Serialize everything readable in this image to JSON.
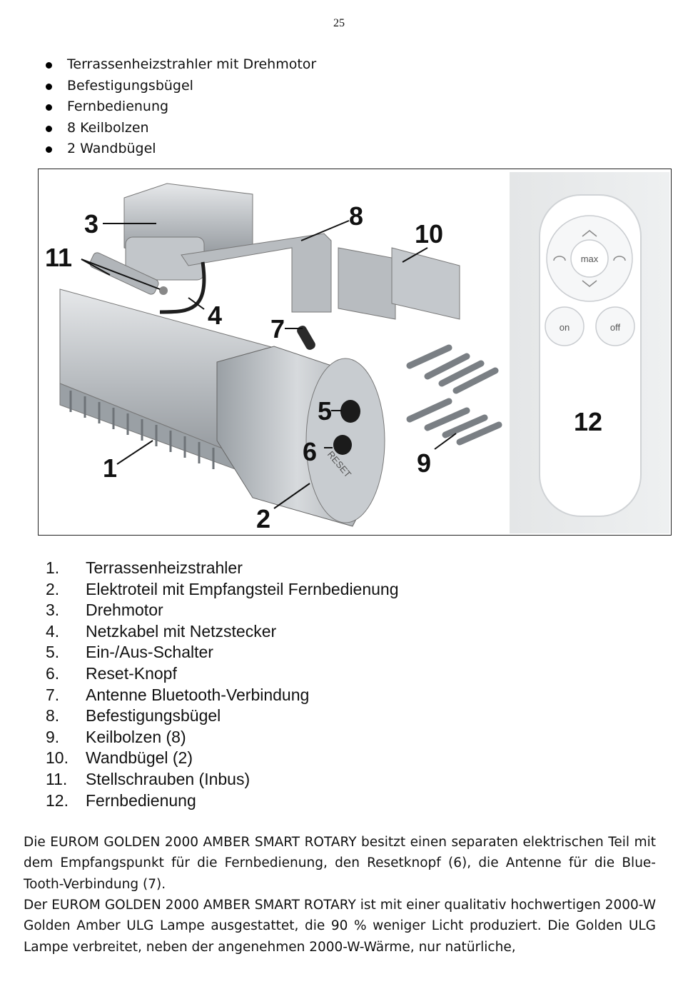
{
  "page_number": "25",
  "bullet_items": [
    "Terrassenheizstrahler mit Drehmotor",
    "Befestigungsbügel",
    "Fernbedienung",
    "8 Keilbolzen",
    "2 Wandbügel"
  ],
  "figure": {
    "callouts": [
      "1",
      "2",
      "3",
      "4",
      "5",
      "6",
      "7",
      "8",
      "9",
      "10",
      "11",
      "12"
    ],
    "remote": {
      "max_label": "max",
      "on_label": "on",
      "off_label": "off"
    },
    "reset_label": "RESET"
  },
  "parts_list": [
    {
      "num": "1.",
      "label": "Terrassenheizstrahler"
    },
    {
      "num": "2.",
      "label": "Elektroteil mit Empfangsteil Fernbedienung"
    },
    {
      "num": "3.",
      "label": "Drehmotor"
    },
    {
      "num": "4.",
      "label": "Netzkabel mit Netzstecker"
    },
    {
      "num": "5.",
      "label": "Ein-/Aus-Schalter"
    },
    {
      "num": "6.",
      "label": "Reset-Knopf"
    },
    {
      "num": "7.",
      "label": "Antenne Bluetooth-Verbindung"
    },
    {
      "num": "8.",
      "label": "Befestigungsbügel"
    },
    {
      "num": "9.",
      "label": "Keilbolzen (8)"
    },
    {
      "num": "10.",
      "label": "Wandbügel (2)"
    },
    {
      "num": "11.",
      "label": "Stellschrauben (Inbus)"
    },
    {
      "num": "12.",
      "label": "Fernbedienung"
    }
  ],
  "paragraphs": [
    "Die EUROM GOLDEN 2000 AMBER SMART ROTARY besitzt einen separaten elektrischen Teil mit dem Empfangspunkt für die Fernbedienung, den Resetknopf (6), die Antenne für die Blue-Tooth-Verbindung (7).",
    "Der EUROM GOLDEN 2000 AMBER SMART ROTARY ist mit einer qualitativ hochwertigen 2000-W Golden Amber ULG Lampe ausgestattet, die 90 % weniger Licht produziert. Die Golden ULG Lampe verbreitet, neben der angenehmen 2000-W-Wärme, nur natürliche,"
  ]
}
